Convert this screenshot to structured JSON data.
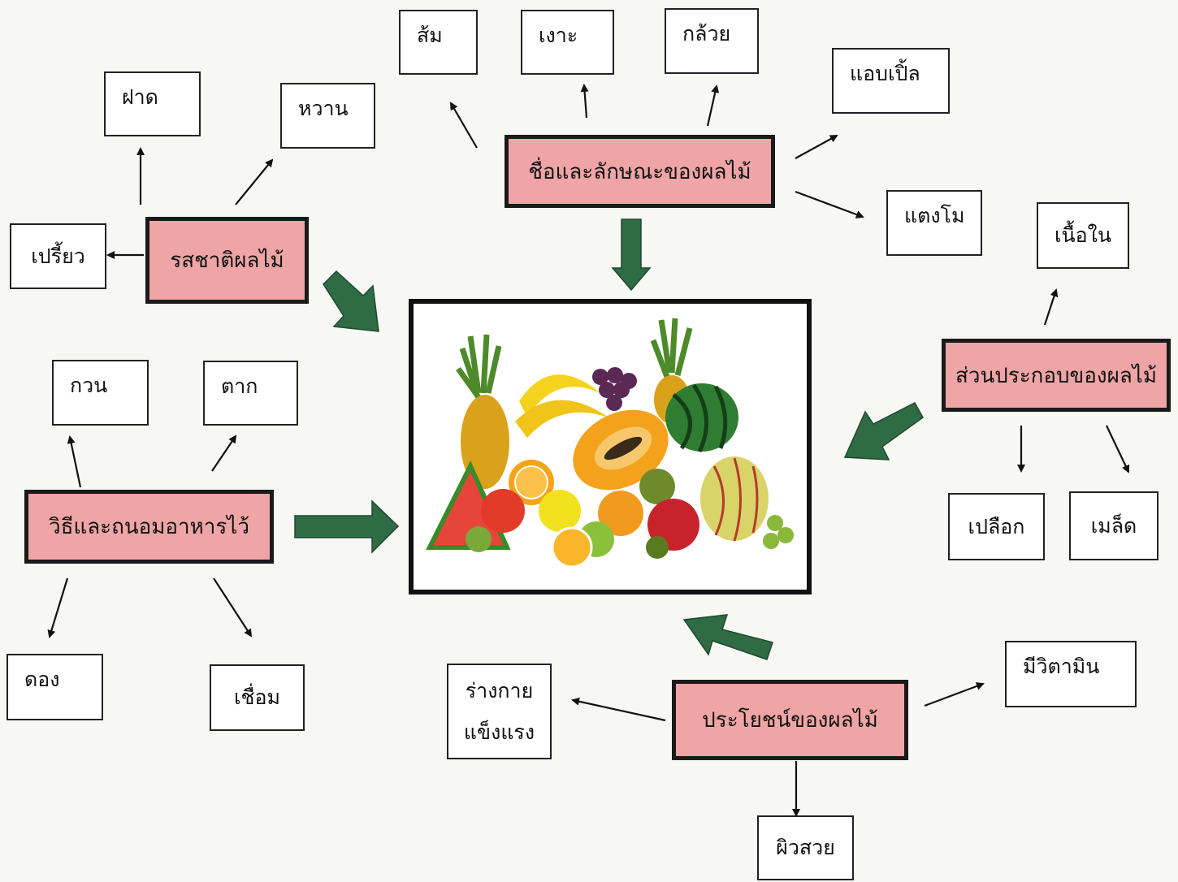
{
  "center_image": {
    "description_icon": "fruit-pile-image"
  },
  "topics": {
    "name_and_features": "ชื่อและลักษณะของผลไม้",
    "taste": "รสชาติผลไม้",
    "preservation": "วิธีและถนอมอาหารไว้",
    "components": "ส่วนประกอบของผลไม้",
    "benefits": "ประโยชน์ของผลไม้"
  },
  "leaves": {
    "orange": "ส้ม",
    "rose_apple": "เงาะ",
    "banana": "กล้วย",
    "apple": "แอบเปิ้ล",
    "watermelon": "แตงโม",
    "astringent": "ฝาด",
    "sweet": "หวาน",
    "sour": "เปรี้ยว",
    "stir": "กวน",
    "dry": "ตาก",
    "pickle": "ดอง",
    "candied": "เชื่อม",
    "flesh": "เนื้อใน",
    "peel": "เปลือก",
    "seed": "เมล็ด",
    "vitamin": "มีวิตามิน",
    "strong_body_1": "ร่างกาย",
    "strong_body_2": "แข็งแรง",
    "nice_skin": "ผิวสวย"
  },
  "colors": {
    "topic_fill": "#efa5a5",
    "big_arrow": "#2f6b45",
    "border": "#1a1a1a"
  }
}
